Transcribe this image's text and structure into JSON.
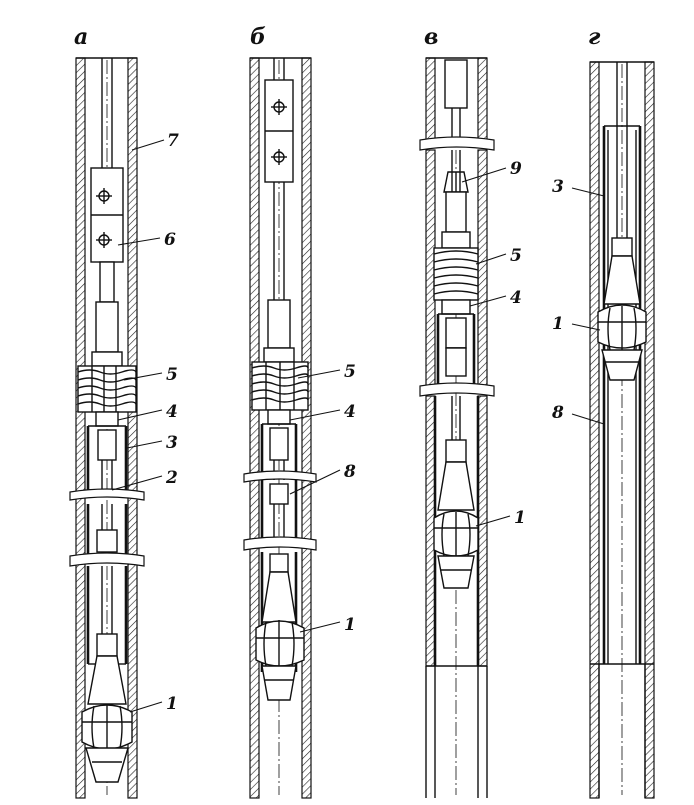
{
  "panels": [
    {
      "letter": "а",
      "callouts": [
        "7",
        "6",
        "5",
        "4",
        "3",
        "2",
        "1"
      ]
    },
    {
      "letter": "б",
      "callouts": [
        "5",
        "4",
        "8",
        "1"
      ]
    },
    {
      "letter": "в",
      "callouts": [
        "9",
        "5",
        "4",
        "1"
      ]
    },
    {
      "letter": "г",
      "callouts": [
        "3",
        "1",
        "8"
      ]
    }
  ]
}
